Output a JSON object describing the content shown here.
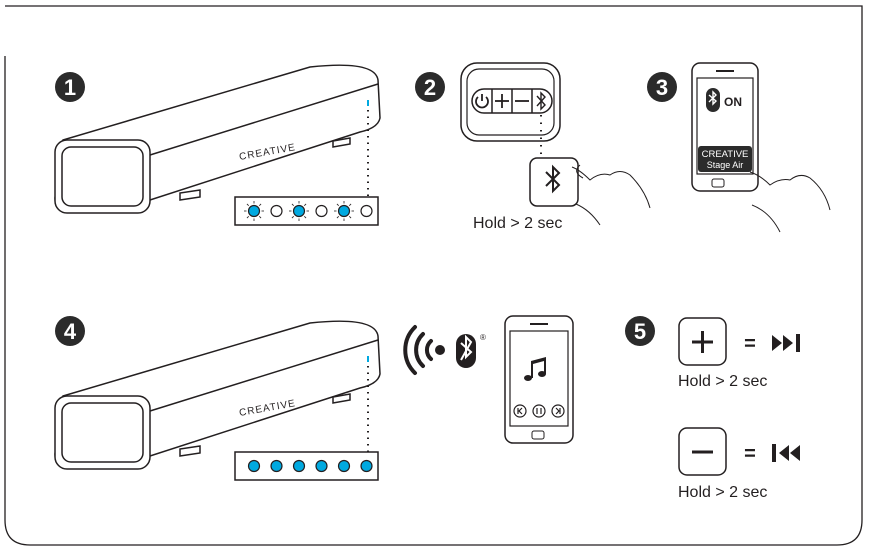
{
  "colors": {
    "led_blue": "#00a9e0",
    "ink": "#231f20",
    "badge": "#2b2b2b"
  },
  "steps": [
    {
      "number": "1",
      "leds": [
        "on",
        "off",
        "on",
        "off",
        "on",
        "off"
      ],
      "brand": "CREATIVE"
    },
    {
      "number": "2",
      "buttons": [
        "power-icon",
        "plus-icon",
        "minus-icon",
        "bluetooth-icon"
      ],
      "caption": "Hold > 2 sec"
    },
    {
      "number": "3",
      "status": "ON",
      "device_line1": "CREATIVE",
      "device_line2": "Stage Air"
    },
    {
      "number": "4",
      "leds": [
        "on",
        "on",
        "on",
        "on",
        "on",
        "on"
      ],
      "brand": "CREATIVE",
      "registered": "®"
    },
    {
      "number": "5",
      "caption_plus": "Hold > 2 sec",
      "caption_minus": "Hold > 2 sec",
      "equals": "="
    }
  ]
}
